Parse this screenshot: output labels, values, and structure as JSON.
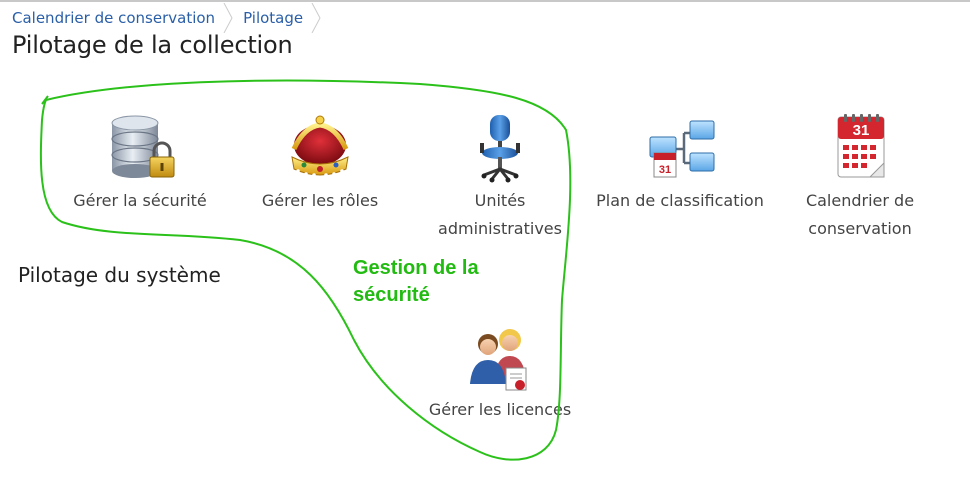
{
  "breadcrumb": [
    {
      "label": "Calendrier de conservation"
    },
    {
      "label": "Pilotage"
    }
  ],
  "page": {
    "title": "Pilotage de la collection"
  },
  "tiles": {
    "security": {
      "label": "Gérer la sécurité",
      "icon": "database-lock-icon"
    },
    "roles": {
      "label": "Gérer les rôles",
      "icon": "crown-icon"
    },
    "admin_units": {
      "label": "Unités administratives",
      "icon": "office-chair-icon"
    },
    "classification": {
      "label": "Plan de classification",
      "icon": "hierarchy-calendar-icon"
    },
    "retention_schedule": {
      "label": "Calendrier de conservation",
      "icon": "calendar-icon"
    },
    "licenses": {
      "label": "Gérer les licences",
      "icon": "users-certificate-icon"
    }
  },
  "sections": {
    "system": {
      "title": "Pilotage du système"
    }
  },
  "annotation": {
    "text": "Gestion de la sécurité",
    "color": "#22bb11"
  },
  "colors": {
    "link": "#2a5fa8",
    "annotation": "#22bb11"
  }
}
